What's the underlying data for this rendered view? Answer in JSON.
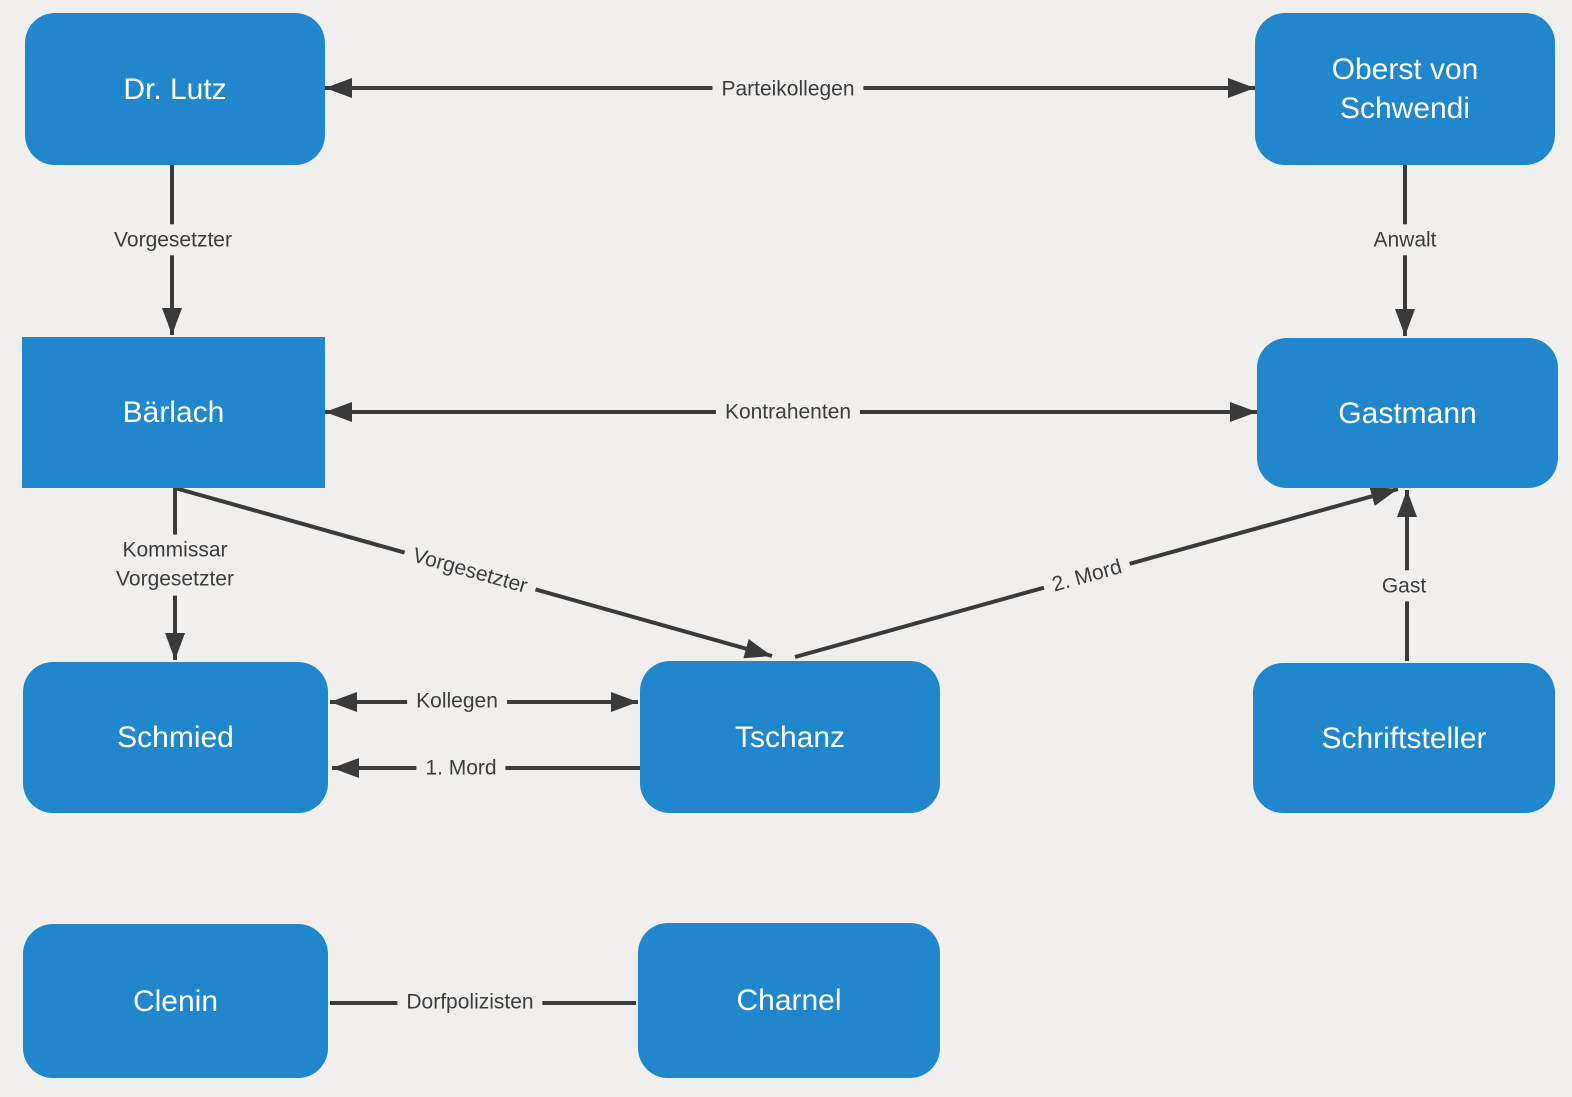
{
  "background_color": "#f0efee",
  "node_fill_color": "#2187cc",
  "node_text_color": "#ffffff",
  "line_color": "#3a3a3a",
  "nodes": {
    "dr_lutz": {
      "label": "Dr. Lutz"
    },
    "oberst_von_schwendi": {
      "label": "Oberst von Schwendi"
    },
    "baerlach": {
      "label": "Bärlach"
    },
    "gastmann": {
      "label": "Gastmann"
    },
    "schmied": {
      "label": "Schmied"
    },
    "tschanz": {
      "label": "Tschanz"
    },
    "schriftsteller": {
      "label": "Schriftsteller"
    },
    "clenin": {
      "label": "Clenin"
    },
    "charnel": {
      "label": "Charnel"
    }
  },
  "edges": {
    "parteikollegen": {
      "label": "Parteikollegen",
      "from": "Dr. Lutz",
      "to": "Oberst von Schwendi",
      "arrows": "both"
    },
    "vorgesetzter_lutz_baerlach": {
      "label": "Vorgesetzter",
      "from": "Dr. Lutz",
      "to": "Bärlach",
      "arrows": "to"
    },
    "anwalt": {
      "label": "Anwalt",
      "from": "Oberst von Schwendi",
      "to": "Gastmann",
      "arrows": "to"
    },
    "kontrahenten": {
      "label": "Kontrahenten",
      "from": "Bärlach",
      "to": "Gastmann",
      "arrows": "both"
    },
    "kommissar_vorgesetzter": {
      "label": "Kommissar\nVorgesetzter",
      "from": "Bärlach",
      "to": "Schmied",
      "arrows": "to"
    },
    "vorgesetzter_baerlach_tschanz": {
      "label": "Vorgesetzter",
      "from": "Bärlach",
      "to": "Tschanz",
      "arrows": "to"
    },
    "zweiter_mord": {
      "label": "2. Mord",
      "from": "Tschanz",
      "to": "Gastmann",
      "arrows": "to"
    },
    "gast": {
      "label": "Gast",
      "from": "Schriftsteller",
      "to": "Gastmann",
      "arrows": "to"
    },
    "kollegen": {
      "label": "Kollegen",
      "from": "Schmied",
      "to": "Tschanz",
      "arrows": "both"
    },
    "erster_mord": {
      "label": "1. Mord",
      "from": "Tschanz",
      "to": "Schmied",
      "arrows": "to"
    },
    "dorfpolizisten": {
      "label": "Dorfpolizisten",
      "from": "Clenin",
      "to": "Charnel",
      "arrows": "none"
    }
  }
}
